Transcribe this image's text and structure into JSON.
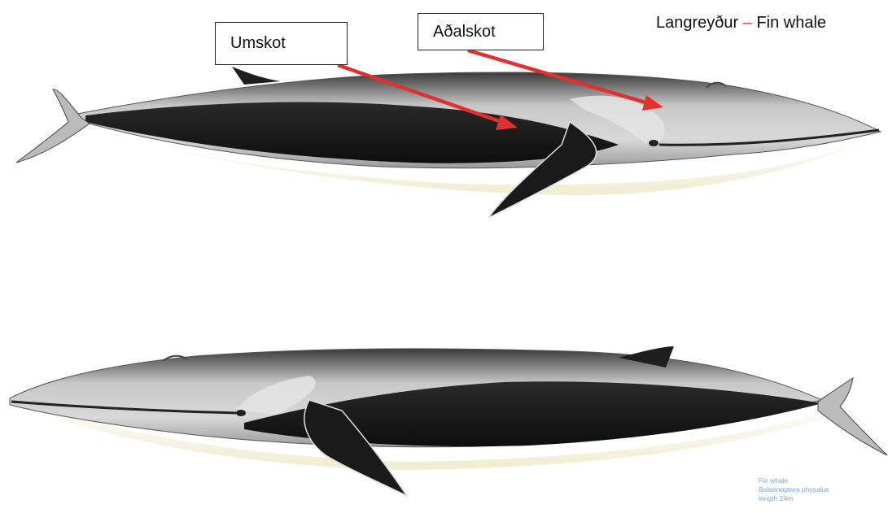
{
  "title": {
    "name": "Langreyður",
    "separator": "–",
    "english": "Fin whale"
  },
  "labels": [
    {
      "id": "umskot",
      "text": "Umskot"
    },
    {
      "id": "adalskot",
      "text": "Aðalskot"
    }
  ],
  "credit": {
    "line1": "Fin whale",
    "line2": "Balaenoptera physalus",
    "line3": "length 24m"
  },
  "colors": {
    "arrow": "#e0302f",
    "body_dark": "#151515",
    "body_light": "#bdbdbd",
    "belly": "#f5f1dc",
    "title_dash": "#d4453f",
    "credit_text": "#7aa6d6"
  }
}
